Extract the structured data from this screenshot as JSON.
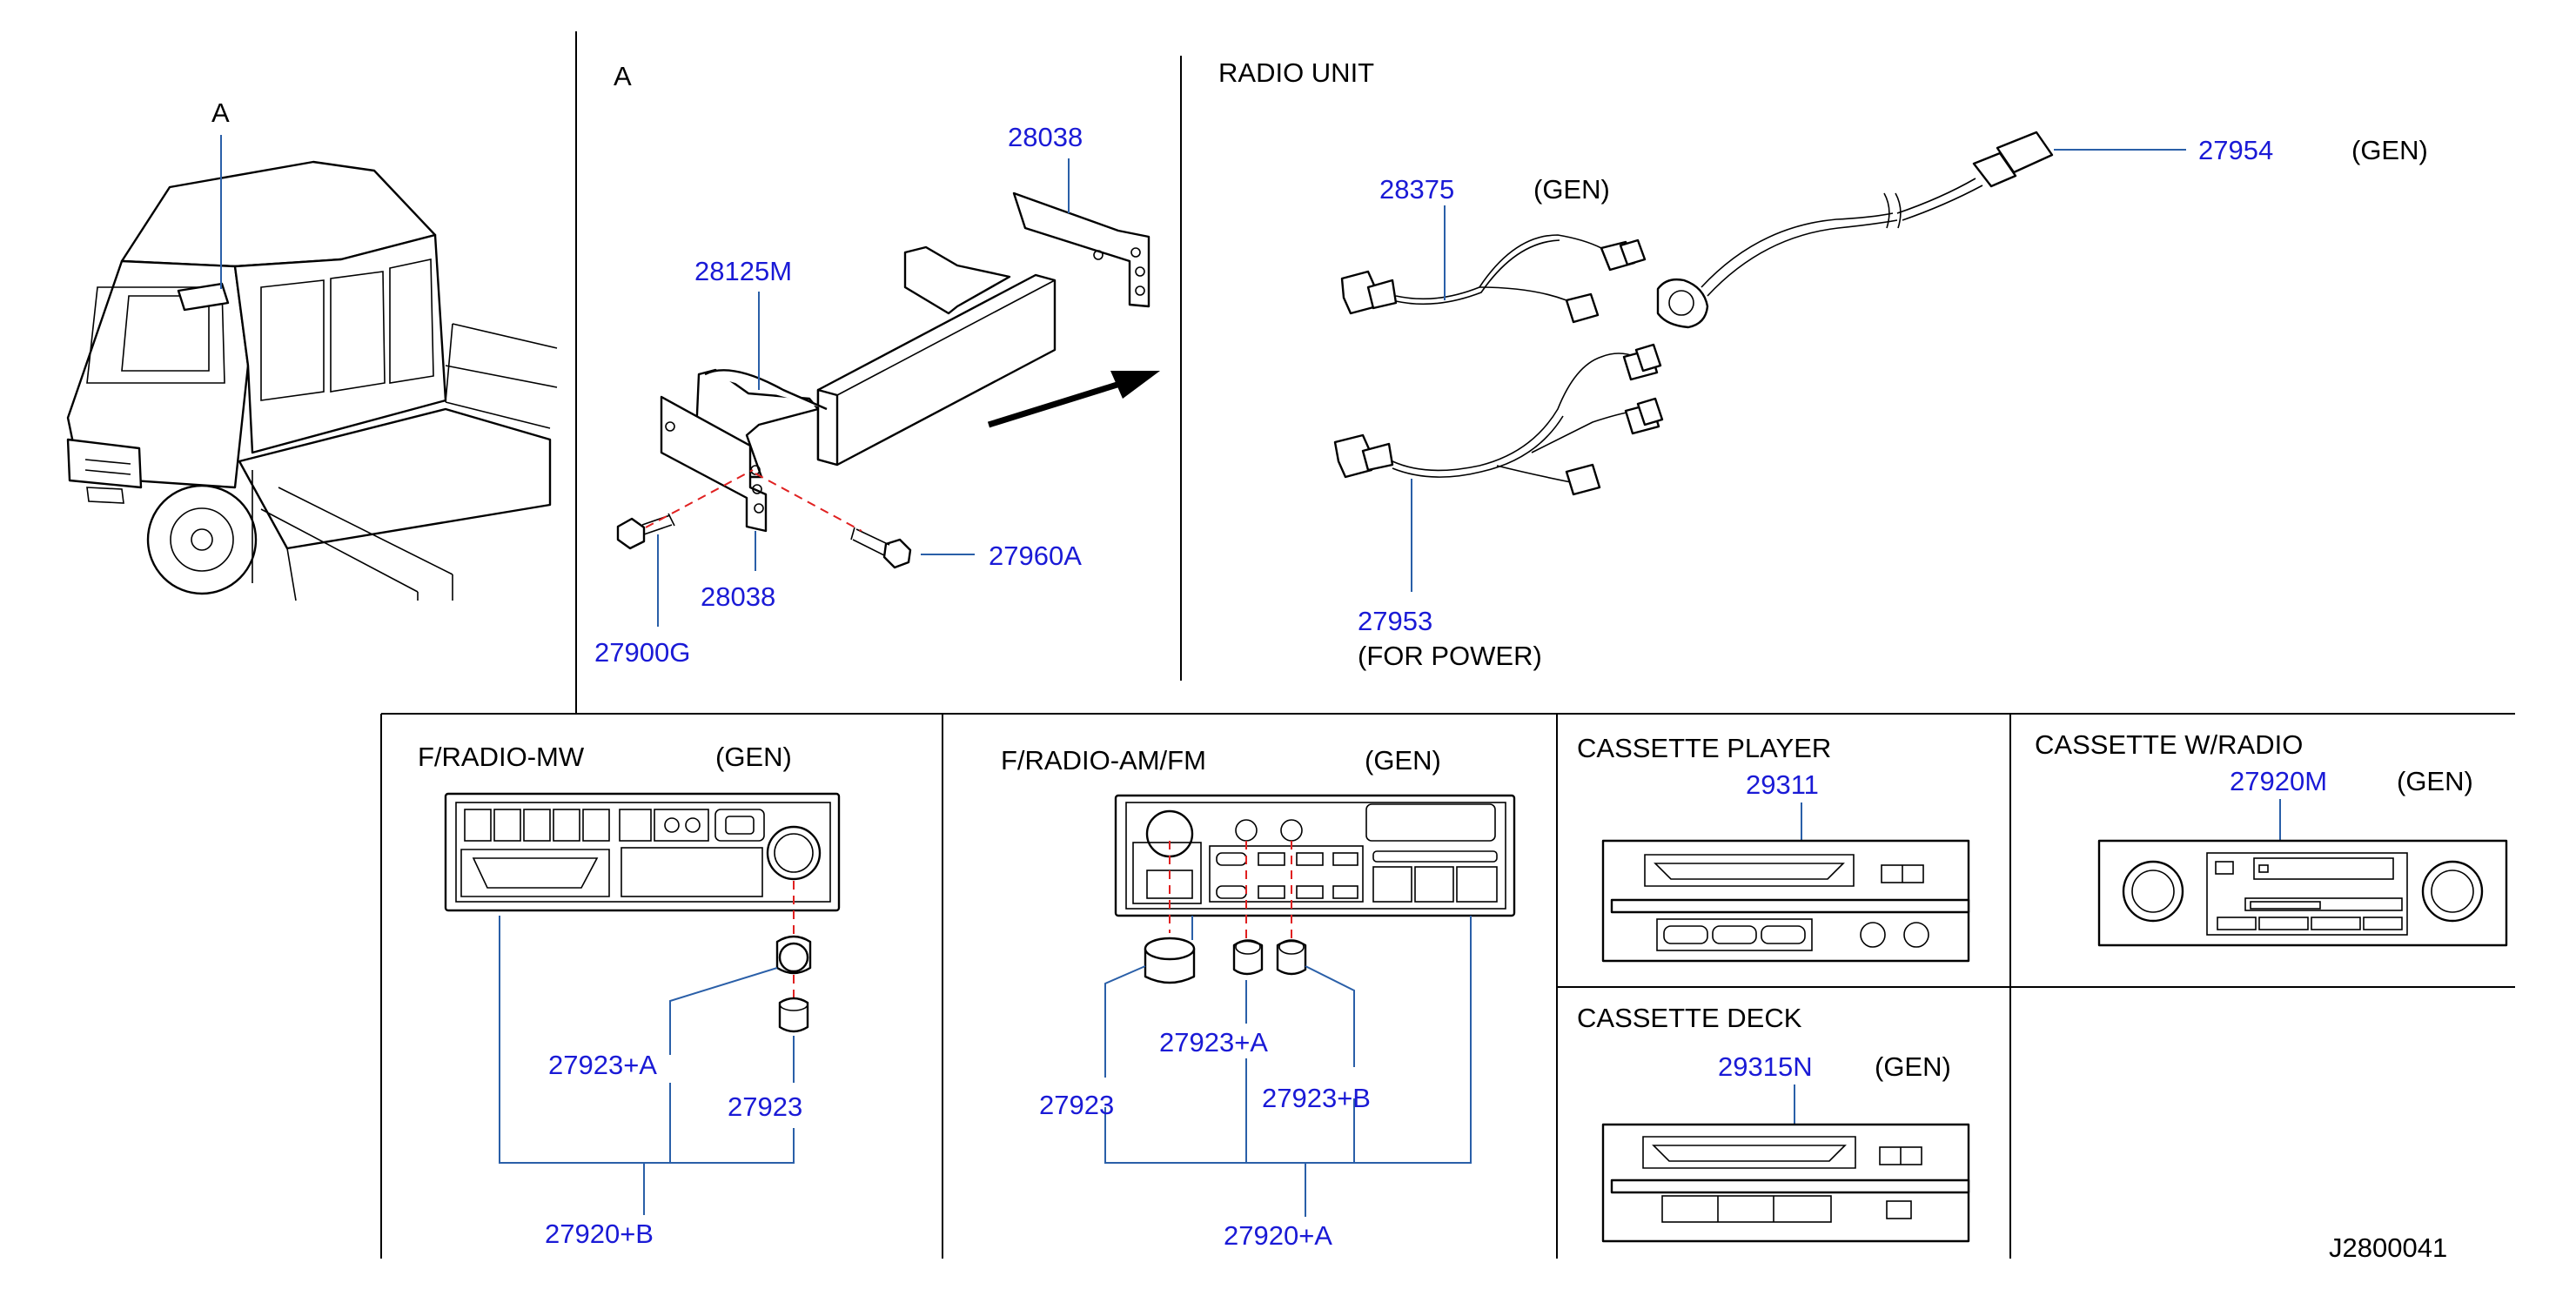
{
  "diagram_id": "J2800041",
  "colors": {
    "part_number": "#1a1ad6",
    "leader": "#2a5fa8",
    "hidden_line": "#e02020",
    "line": "#000000"
  },
  "truck_view": {
    "callout": "A"
  },
  "view_a": {
    "title": "A",
    "parts": {
      "bracket_upper": "28038",
      "bracket_main": "28125M",
      "bracket_lower": "28038",
      "bolt": "27960A",
      "screw": "27900G"
    }
  },
  "radio_unit": {
    "title": "RADIO UNIT",
    "harness_upper": {
      "part": "28375",
      "note": "(GEN)"
    },
    "antenna_feeder": {
      "part": "27954",
      "note": "(GEN)"
    },
    "harness_power": {
      "part": "27953",
      "note": "(FOR POWER)"
    }
  },
  "f_radio_mw": {
    "title": "F/RADIO-MW",
    "note": "(GEN)",
    "parts": {
      "knob_a": "27923+A",
      "knob": "27923",
      "assembly": "27920+B"
    }
  },
  "f_radio_amfm": {
    "title": "F/RADIO-AM/FM",
    "note": "(GEN)",
    "parts": {
      "knob": "27923",
      "knob_a": "27923+A",
      "knob_b": "27923+B",
      "assembly": "27920+A"
    }
  },
  "cassette_player": {
    "title": "CASSETTE PLAYER",
    "part": "29311"
  },
  "cassette_w_radio": {
    "title": "CASSETTE W/RADIO",
    "part": "27920M",
    "note": "(GEN)"
  },
  "cassette_deck": {
    "title": "CASSETTE DECK",
    "part": "29315N",
    "note": "(GEN)"
  }
}
